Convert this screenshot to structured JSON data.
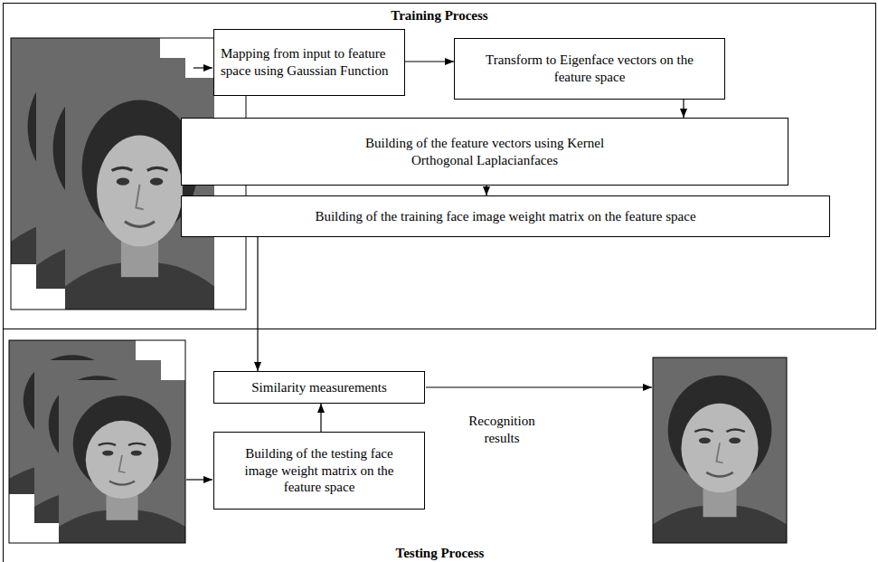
{
  "diagram": {
    "nodes": [
      {
        "text": [
          "Training Process"
        ]
      },
      {
        "text": [
          "Mapping from input to feature space using Gaussian Function"
        ],
        "in": 0
      },
      {
        "text": [
          "Transform to Eigenface vectors on the feature space"
        ],
        "in": 0
      },
      {
        "text": [
          "Building of the feature vectors using Kernel Orthogonal Laplacianfaces"
        ],
        "in": 0
      },
      {
        "text": [
          "Building of the training face image weight matrix on the feature space"
        ],
        "in": 0
      },
      {
        "text": [
          "Testing Process"
        ]
      },
      {
        "text": [
          "Similarity measurements"
        ],
        "in": 5
      },
      {
        "text": [
          "Building of the testing face image weight matrix on the feature space"
        ],
        "in": 5
      }
    ],
    "edges": [
      {
        "from": 1,
        "to": 2,
        "arrow": "to"
      },
      {
        "from": 2,
        "to": 3,
        "arrow": "to"
      },
      {
        "from": 3,
        "to": 4,
        "arrow": "to"
      },
      {
        "from": 4,
        "to": 6,
        "arrow": "to"
      },
      {
        "from": 7,
        "to": 6,
        "arrow": "to"
      }
    ],
    "labels": [
      "Recognition results"
    ]
  }
}
